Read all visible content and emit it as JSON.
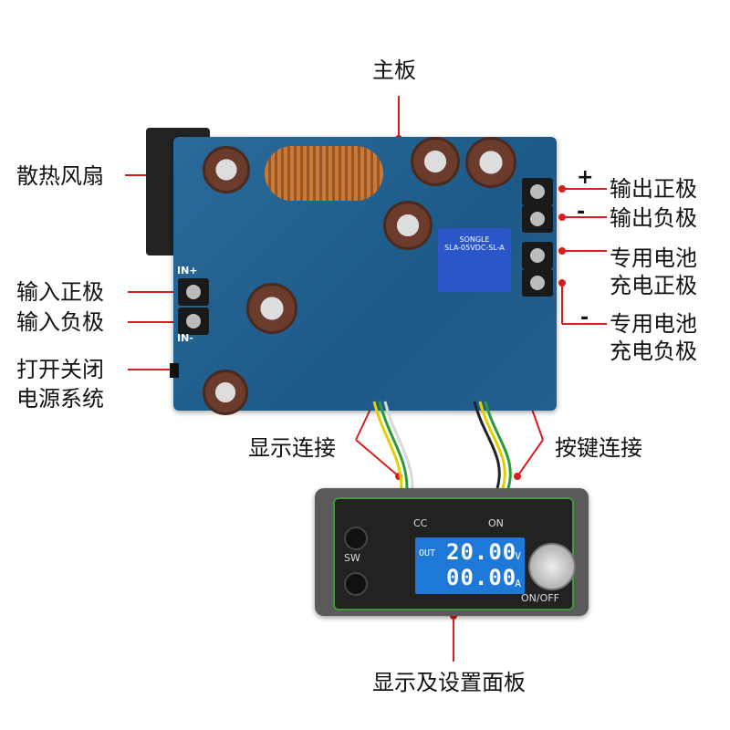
{
  "labels": {
    "main_board": "主板",
    "cooling_fan": "散热风扇",
    "input_positive": "输入正极",
    "input_negative": "输入负极",
    "power_switch_line1": "打开关闭",
    "power_switch_line2": "电源系统",
    "output_positive": "输出正极",
    "output_negative": "输出负极",
    "battery_positive_line1": "专用电池",
    "battery_positive_line2": "充电正极",
    "battery_negative_line1": "专用电池",
    "battery_negative_line2": "充电负极",
    "display_connection": "显示连接",
    "key_connection": "按键连接",
    "display_panel": "显示及设置面板"
  },
  "signs": {
    "plus": "+",
    "minus": "-"
  },
  "board_silkscreen": {
    "in_plus": "IN+",
    "in_minus": "IN-",
    "relay_brand": "SONGLE",
    "relay_model": "SLA-05VDC-SL-A"
  },
  "panel": {
    "cc": "CC",
    "on": "ON",
    "sw": "SW",
    "out": "OUT",
    "voltage": "20.00",
    "voltage_unit": "V",
    "current": "00.00",
    "current_unit": "A",
    "onoff": "ON/OFF"
  },
  "colors": {
    "board": "#1d5a88",
    "lcd": "#1e78d8",
    "pointer": "#d81e1e"
  }
}
